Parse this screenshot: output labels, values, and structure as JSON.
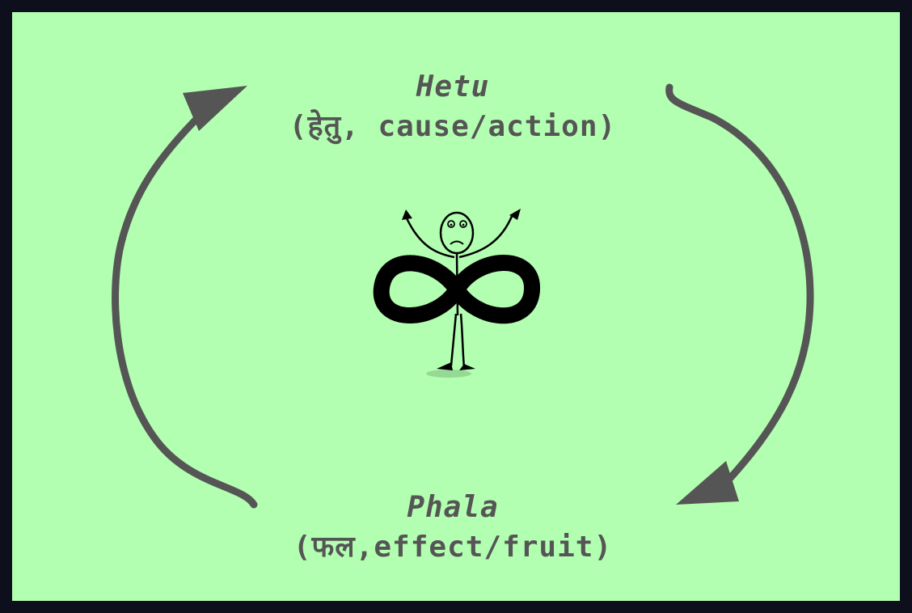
{
  "hetu": {
    "title": "Hetu",
    "subtitle": "(हेतु, cause/action)"
  },
  "phala": {
    "title": "Phala",
    "subtitle": "(फल,effect/fruit)"
  },
  "colors": {
    "background": "#b3ffb1",
    "border": "#0e0f1c",
    "arrow": "#555555",
    "text": "#555555",
    "figure": "#000000"
  },
  "icons": {
    "center": "infinity-stick-figure-icon",
    "left_arrow": "curved-arrow-up-icon",
    "right_arrow": "curved-arrow-down-icon"
  }
}
